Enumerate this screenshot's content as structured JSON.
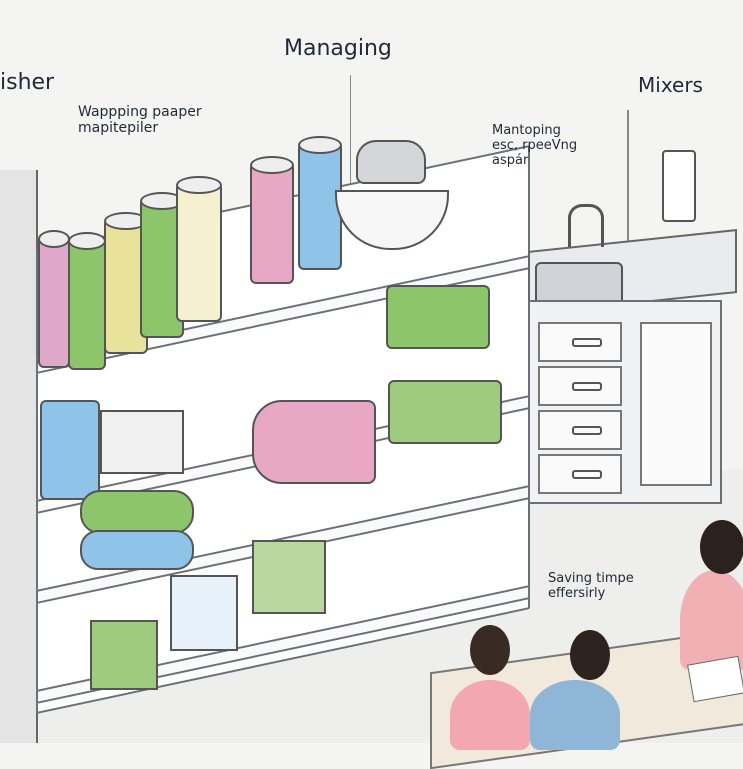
{
  "labels": {
    "top_left": "isher",
    "top_center": "Managing",
    "top_right": "Mixers",
    "callout_wrapping": "Wappping paaper\nmapitepiler",
    "callout_mantoping": "Mantoping\nesc, rpeeVng\naspár",
    "callout_saving": "Saving timpe\neffersirly"
  },
  "colors": {
    "green": "#8cc56a",
    "pink": "#e9a7c6",
    "blue": "#8fc3e8",
    "yellow": "#e8e29a",
    "wall": "#f4f4f2"
  }
}
